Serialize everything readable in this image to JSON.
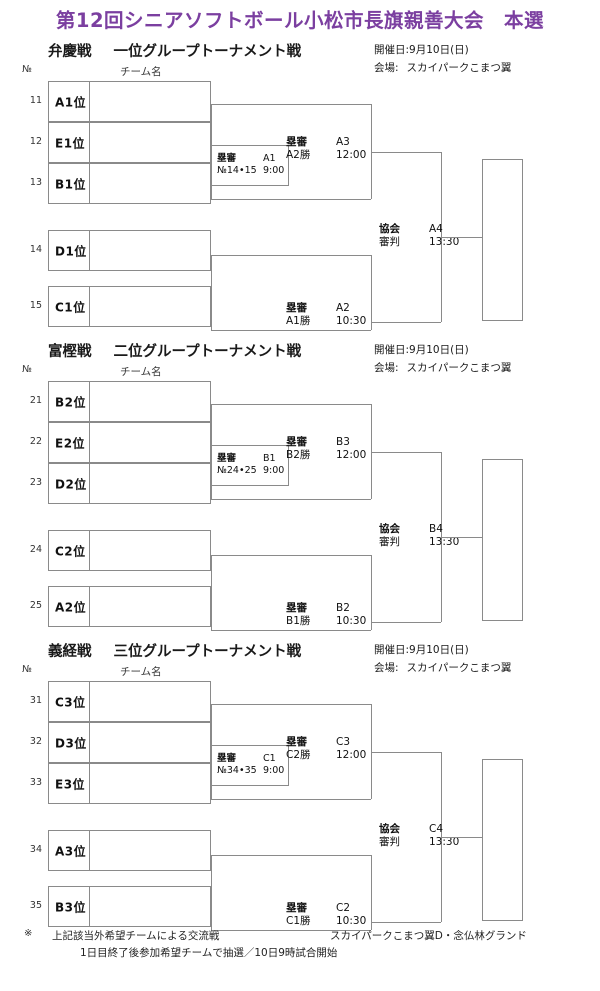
{
  "document": {
    "title": "第12回シニアソフトボール小松市長旗親善大会　本選",
    "title_color": "#7b3fa0"
  },
  "column_headers": {
    "no": "№",
    "team": "チーム名"
  },
  "meta_labels": {
    "date_label": "開催日:",
    "venue_label": "会場:"
  },
  "sections": [
    {
      "name": "弁慶戦",
      "subtitle": "一位グループトーナメント戦",
      "date": "9月10日(日)",
      "venue": "スカイパークこまつ翼",
      "teams": [
        {
          "no": "11",
          "name": "A1位"
        },
        {
          "no": "12",
          "name": "E1位"
        },
        {
          "no": "13",
          "name": "B1位"
        },
        {
          "no": "14",
          "name": "D1位"
        },
        {
          "no": "15",
          "name": "C1位"
        }
      ],
      "matches": {
        "seed": {
          "ump": "塁審",
          "code": "A1",
          "sub": "№14•15",
          "time": "9:00"
        },
        "upper": {
          "ump": "塁審",
          "code": "A3",
          "sub": "A2勝",
          "time": "12:00"
        },
        "lower": {
          "ump": "塁審",
          "code": "A2",
          "sub": "A1勝",
          "time": "10:30"
        },
        "final": {
          "ump": "協会",
          "code": "A4",
          "sub": "審判",
          "time": "13:30"
        }
      }
    },
    {
      "name": "富樫戦",
      "subtitle": "二位グループトーナメント戦",
      "date": "9月10日(日)",
      "venue": "スカイパークこまつ翼",
      "teams": [
        {
          "no": "21",
          "name": "B2位"
        },
        {
          "no": "22",
          "name": "E2位"
        },
        {
          "no": "23",
          "name": "D2位"
        },
        {
          "no": "24",
          "name": "C2位"
        },
        {
          "no": "25",
          "name": "A2位"
        }
      ],
      "matches": {
        "seed": {
          "ump": "塁審",
          "code": "B1",
          "sub": "№24•25",
          "time": "9:00"
        },
        "upper": {
          "ump": "塁審",
          "code": "B3",
          "sub": "B2勝",
          "time": "12:00"
        },
        "lower": {
          "ump": "塁審",
          "code": "B2",
          "sub": "B1勝",
          "time": "10:30"
        },
        "final": {
          "ump": "協会",
          "code": "B4",
          "sub": "審判",
          "time": "13:30"
        }
      }
    },
    {
      "name": "義経戦",
      "subtitle": "三位グループトーナメント戦",
      "date": "9月10日(日)",
      "venue": "スカイパークこまつ翼",
      "teams": [
        {
          "no": "31",
          "name": "C3位"
        },
        {
          "no": "32",
          "name": "D3位"
        },
        {
          "no": "33",
          "name": "E3位"
        },
        {
          "no": "34",
          "name": "A3位"
        },
        {
          "no": "35",
          "name": "B3位"
        }
      ],
      "matches": {
        "seed": {
          "ump": "塁審",
          "code": "C1",
          "sub": "№34•35",
          "time": "9:00"
        },
        "upper": {
          "ump": "塁審",
          "code": "C3",
          "sub": "C2勝",
          "time": "12:00"
        },
        "lower": {
          "ump": "塁審",
          "code": "C2",
          "sub": "C1勝",
          "time": "10:30"
        },
        "final": {
          "ump": "協会",
          "code": "C4",
          "sub": "審判",
          "time": "13:30"
        }
      }
    }
  ],
  "footer": {
    "mark": "※",
    "line1_left": "上記該当外希望チームによる交流戦",
    "line1_right": "スカイパークこまつ翼D・念仏林グランド",
    "line2": "1日目終了後参加希望チームで抽選／10日9時試合開始"
  }
}
